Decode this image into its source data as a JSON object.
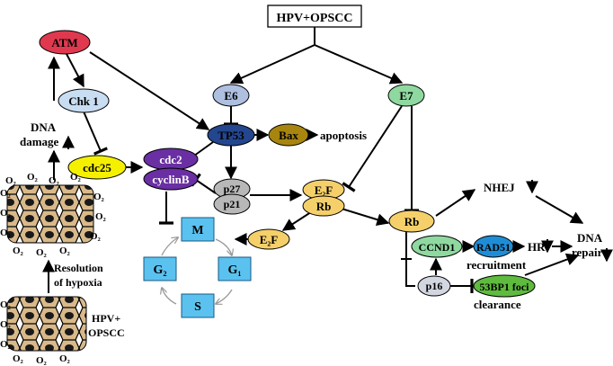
{
  "title": "HPV+OPSCC",
  "nodes": {
    "atm": "ATM",
    "chk1": "Chk 1",
    "cdc25": "cdc25",
    "cdc2": "cdc2",
    "cyclinb": "cyclinB",
    "e6": "E6",
    "tp53": "TP53",
    "bax": "Bax",
    "p27": "p27",
    "p21": "p21",
    "e7": "E7",
    "e2f_top": "E₂F",
    "rb_complex": "Rb",
    "rb": "Rb",
    "e2f_bottom": "E₂F",
    "ccnd1": "CCND1",
    "rad51": "RAD51",
    "p16": "p16",
    "53bp1": "53BP1 foci"
  },
  "cycle": {
    "m": "M",
    "g1": "G₁",
    "s": "S",
    "g2": "G₂"
  },
  "labels": {
    "apoptosis": "apoptosis",
    "dna_damage_1": "DNA",
    "dna_damage_2": "damage",
    "resolution_1": "Resolution",
    "resolution_2": "of hypoxia",
    "hpv_1": "HPV+",
    "hpv_2": "OPSCC",
    "nhej": "NHEJ",
    "hr": "HR",
    "dna_repair_1": "DNA",
    "dna_repair_2": "repair",
    "recruitment": "recruitment",
    "clearance": "clearance",
    "o2": "O₂"
  },
  "colors": {
    "atm": "#e0394f",
    "chk1": "#c9ddf2",
    "cdc25": "#f5f000",
    "cdc2": "#6a2fa3",
    "e6": "#aebfe0",
    "tp53": "#24468e",
    "bax": "#a8850e",
    "p27": "#b8b8b8",
    "e7": "#8fd9a0",
    "e2f": "#f5d06a",
    "ccnd1": "#8fd9a0",
    "rad51": "#1f8dd6",
    "p16": "#d2d6e0",
    "53bp1": "#5fbb3e",
    "cycle_box": "#5bc2f0",
    "cell": "#d9b98a"
  }
}
